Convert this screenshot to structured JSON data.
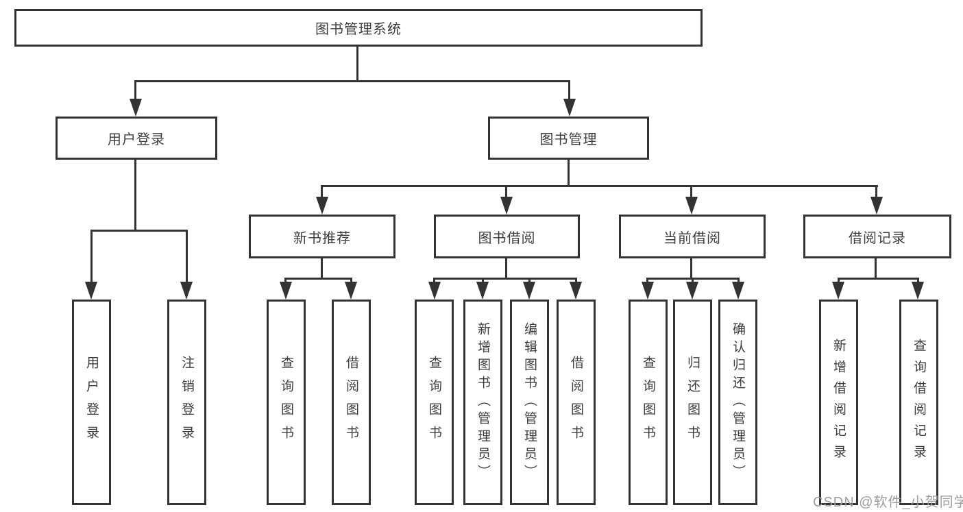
{
  "diagram": {
    "root": {
      "label": "图书管理系统"
    },
    "level2": {
      "user_login": {
        "label": "用户登录"
      },
      "book_mgmt": {
        "label": "图书管理"
      }
    },
    "level3": {
      "new_books": {
        "label": "新书推荐"
      },
      "book_borrow": {
        "label": "图书借阅"
      },
      "current_borrow": {
        "label": "当前借阅"
      },
      "borrow_records": {
        "label": "借阅记录"
      }
    },
    "leaves": {
      "user_login": [
        "用户登录",
        "注销登录"
      ],
      "new_books": [
        "查询图书",
        "借阅图书"
      ],
      "book_borrow": [
        "查询图书",
        "新增图书（管理员）",
        "编辑图书（管理员）",
        "借阅图书"
      ],
      "current_borrow": [
        "查询图书",
        "归还图书",
        "确认归还（管理员）"
      ],
      "borrow_records": [
        "新增借阅记录",
        "查询借阅记录"
      ]
    }
  },
  "watermark": {
    "text": "CSDN @软件_小贺同学"
  },
  "colors": {
    "line": "#333333",
    "text": "#3d3d3d",
    "background": "#ffffff",
    "watermark": "#9e9e9e"
  }
}
